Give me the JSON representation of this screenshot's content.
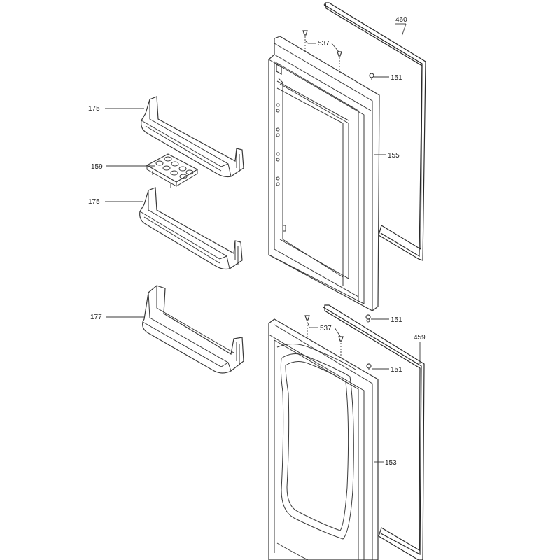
{
  "callouts": {
    "c460": "460",
    "c537_top": "537",
    "c151_a": "151",
    "c175_a": "175",
    "c155": "155",
    "c159": "159",
    "c175_b": "175",
    "c177": "177",
    "c151_b": "151",
    "c537_bottom": "537",
    "c459": "459",
    "c151_c": "151",
    "c153": "153"
  }
}
